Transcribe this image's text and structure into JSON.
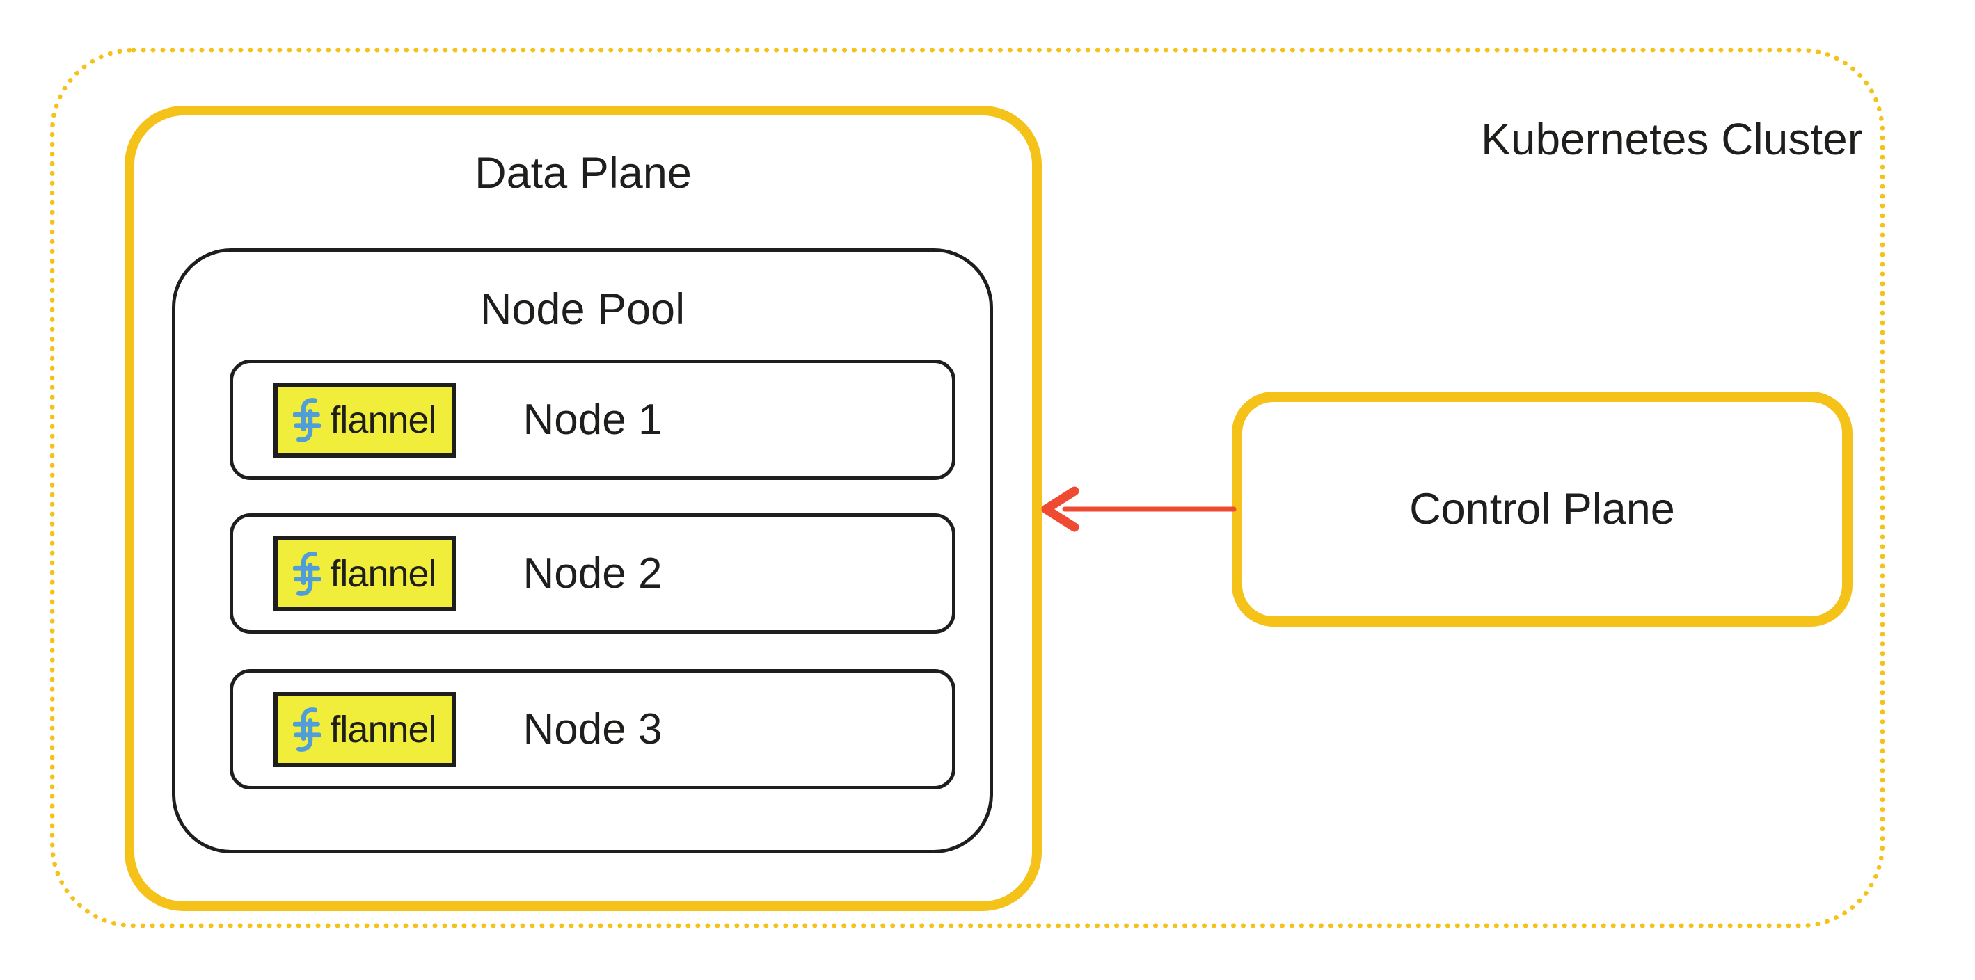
{
  "colors": {
    "accent_yellow": "#F5C21A",
    "badge_yellow": "#F1EE3B",
    "flannel_blue": "#4F9DD9",
    "arrow_red": "#EF4B32",
    "ink": "#1E1E1C",
    "background": "#FFFFFF"
  },
  "cluster": {
    "label": "Kubernetes Cluster",
    "data_plane": {
      "label": "Data Plane",
      "node_pool": {
        "label": "Node Pool",
        "nodes": [
          {
            "label": "Node 1",
            "badge_label": "flannel"
          },
          {
            "label": "Node 2",
            "badge_label": "flannel"
          },
          {
            "label": "Node 3",
            "badge_label": "flannel"
          }
        ]
      }
    },
    "control_plane": {
      "label": "Control Plane"
    },
    "arrow": {
      "from": "Control Plane",
      "to": "Data Plane"
    }
  }
}
